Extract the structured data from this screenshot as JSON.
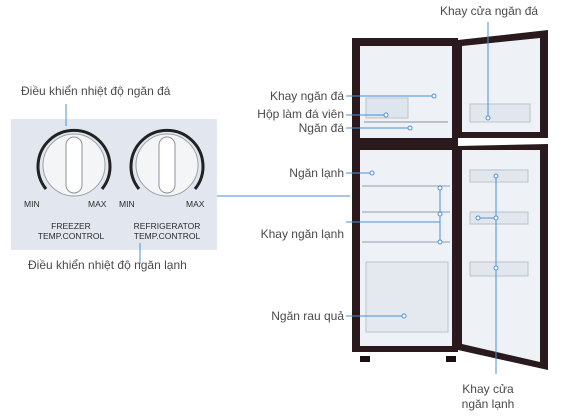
{
  "labels": {
    "freezer_door_shelf": "Khay cửa ngăn đá",
    "freezer_temp_control_caption": "Điều khiển nhiệt độ ngăn đá",
    "ice_tray": "Khay ngăn đá",
    "ice_box": "Hộp làm đá viên",
    "freezer_compartment": "Ngăn đá",
    "fridge_compartment": "Ngăn lạnh",
    "fridge_shelf": "Khay ngăn lạnh",
    "fridge_temp_control_caption": "Điều  khiển nhiệt độ ngăn lạnh",
    "crisper": "Ngăn rau quả",
    "fridge_door_shelf_line1": "Khay cửa",
    "fridge_door_shelf_line2": "ngăn lạnh"
  },
  "knobs": {
    "freezer": {
      "min": "MIN",
      "max": "MAX",
      "title_line1": "FREEZER",
      "title_line2": "TEMP.CONTROL"
    },
    "refrigerator": {
      "min": "MIN",
      "max": "MAX",
      "title_line1": "REFRIGERATOR",
      "title_line2": "TEMP.CONTROL"
    }
  },
  "colors": {
    "fridge_body": "#2a1a1e",
    "leader_line": "#4a90d9",
    "panel_bg": "#e1e6ef",
    "interior": "#eef1f5"
  }
}
